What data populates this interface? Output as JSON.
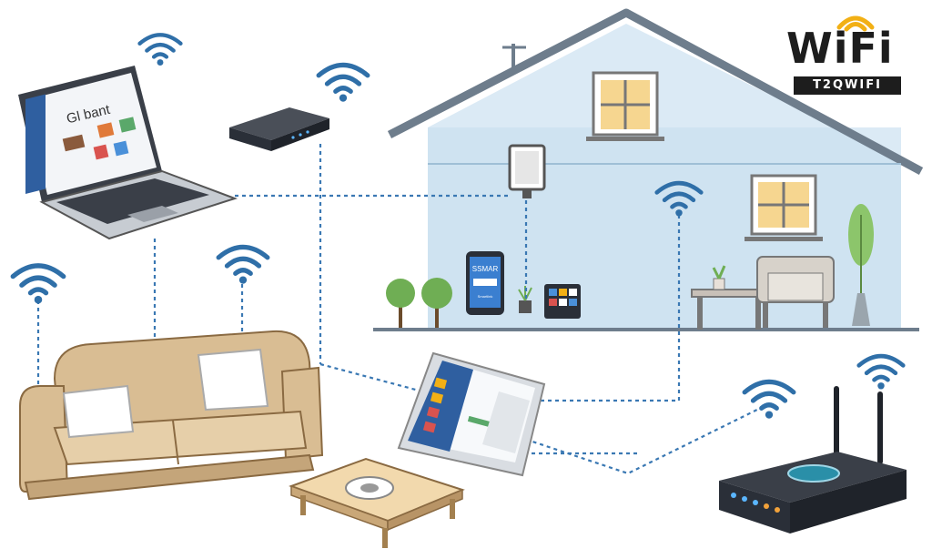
{
  "logo": {
    "wordmark": "WiFi",
    "tagline": "T2QWIFI"
  },
  "laptop_screen": {
    "title": "Gl bant"
  },
  "phone_screen": {
    "title": "SSMAR",
    "button": "Smartlink"
  },
  "colors": {
    "wifi_blue": "#2f6fa8",
    "link_blue": "#3a78b3",
    "house_wall": "#cfe3f1",
    "roof": "#6e7d8c",
    "sofa": "#d9bd93",
    "accent_yellow": "#f2b015"
  }
}
